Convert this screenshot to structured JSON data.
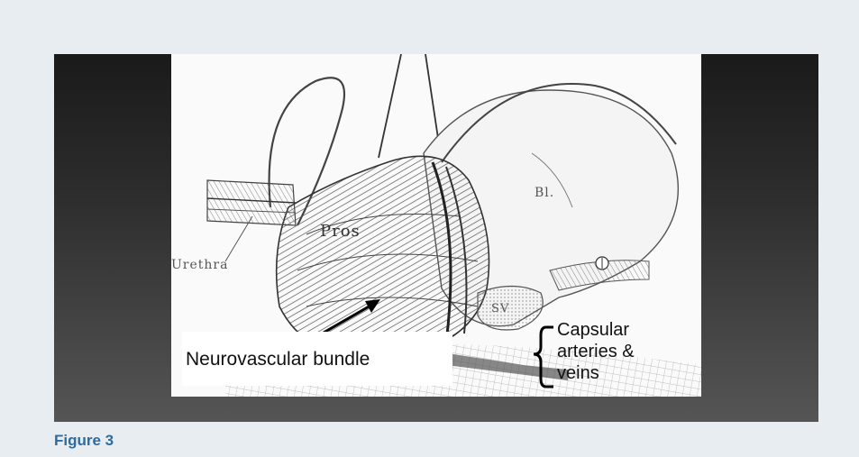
{
  "figure": {
    "caption": "Figure 3",
    "labels": {
      "bladder": "Bl.",
      "prostate": "Pros",
      "urethra": "Urethra",
      "seminal_vesicle": "SV",
      "nv_bundle": "Neurovascular bundle",
      "capsular_line1": "Capsular",
      "capsular_line2": "arteries &",
      "capsular_line3": "veins"
    }
  }
}
